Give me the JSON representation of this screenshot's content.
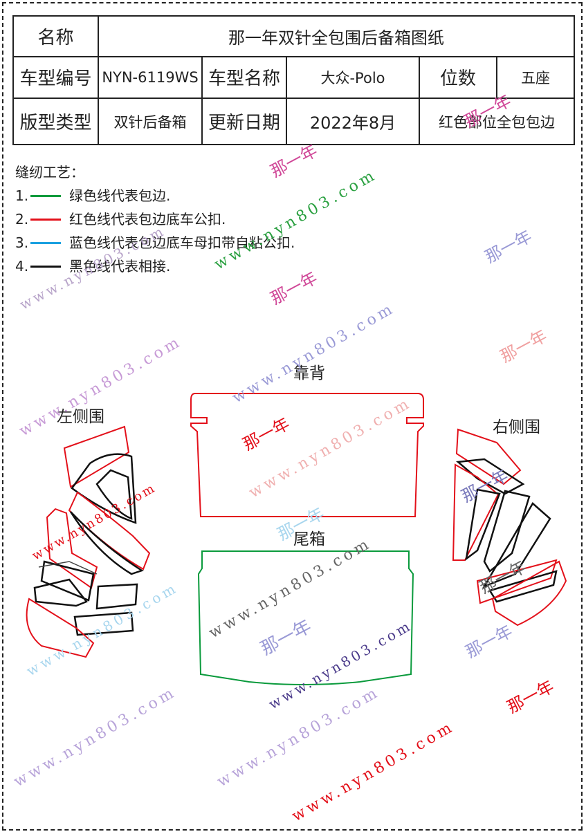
{
  "spec_table": {
    "name_label": "名称",
    "name_value": "那一年双针全包围后备箱图纸",
    "model_code_label": "车型编号",
    "model_code_value": "NYN-6119WS",
    "model_name_label": "车型名称",
    "model_name_value": "大众-Polo",
    "seats_label": "位数",
    "seats_value": "五座",
    "pattern_type_label": "版型类型",
    "pattern_type_value": "双针后备箱",
    "update_label": "更新日期",
    "update_value": "2022年8月",
    "note": "红色部位全包包边"
  },
  "legend": {
    "title": "缝纫工艺：",
    "items": [
      {
        "num": "1.",
        "color": "#0a9a3c",
        "text": "绿色线代表包边."
      },
      {
        "num": "2.",
        "color": "#e3101a",
        "text": "红色线代表包边底车公扣."
      },
      {
        "num": "3.",
        "color": "#1aa0e0",
        "text": "蓝色线代表包边底车母扣带自粘公扣."
      },
      {
        "num": "4.",
        "color": "#111111",
        "text": "黑色线代表相接."
      }
    ]
  },
  "part_labels": {
    "backrest": "靠背",
    "left_side": "左侧围",
    "right_side": "右侧围",
    "trunk": "尾箱"
  },
  "watermarks": {
    "url": "www.nyn803.com",
    "brand": "那一年"
  },
  "colors": {
    "red": "#e3101a",
    "green": "#0a9a3c",
    "black": "#111111"
  }
}
